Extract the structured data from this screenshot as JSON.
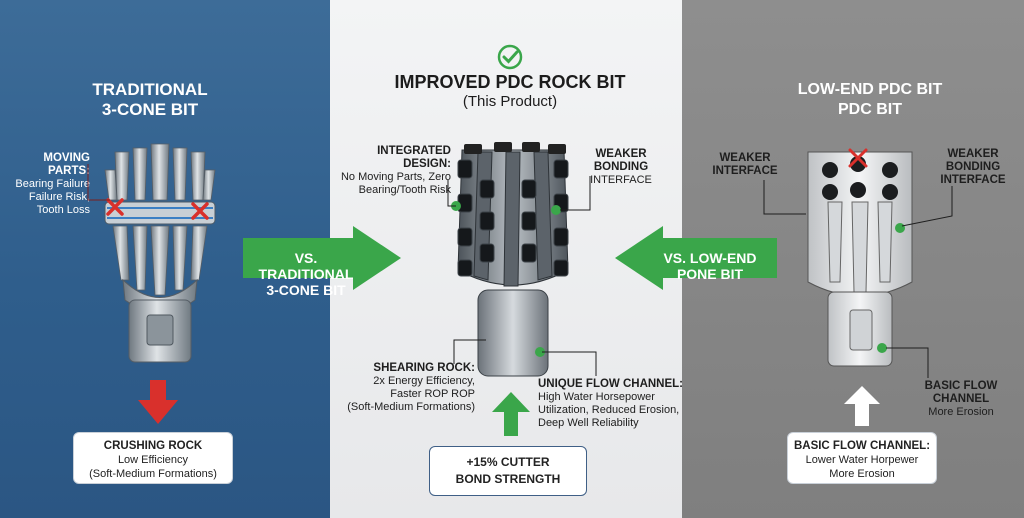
{
  "left": {
    "title_line1": "TRADITIONAL",
    "title_line2": "3-CONE BIT",
    "moving_parts_heading": "MOVING PARTS:",
    "moving_parts_lines": [
      "Bearing Failure",
      "Failure Risk,",
      "Tooth Loss"
    ],
    "card_title": "CRUSHING ROCK",
    "card_lines": [
      "Low Efficiency",
      "(Soft-Medium Formations)"
    ]
  },
  "middle": {
    "title": "IMPROVED PDC ROCK BIT",
    "subtitle": "(This Product)",
    "integrated_heading": "INTEGRATED DESIGN:",
    "integrated_lines": [
      "No Moving Parts, Zero",
      "Bearing/Tooth Risk"
    ],
    "weaker_bonding_heading": "WEAKER BONDING",
    "weaker_bonding_line": "INTERFACE",
    "shearing_heading": "SHEARING ROCK:",
    "shearing_lines": [
      "2x Energy Efficiency,",
      "Faster ROP ROP",
      "(Soft-Medium Formations)"
    ],
    "flow_heading": "UNIQUE FLOW CHANNEL:",
    "flow_lines": [
      "High Water Horsepower",
      "Utilization, Reduced Erosion,",
      "Deep Well Reliability"
    ],
    "card_lines": [
      "+15% CUTTER",
      "BOND STRENGTH"
    ],
    "arrow_left_lines": [
      "VS. TRADITIONAL",
      "3-CONE BIT"
    ],
    "arrow_right_lines": [
      "VS. LOW-END",
      "PONE BIT"
    ]
  },
  "right": {
    "title_line1": "LOW-END PDC BIT",
    "title_line2": "PDC BIT",
    "weaker_interface_lines": [
      "WEAKER",
      "INTERFACE"
    ],
    "weaker_bonding_lines": [
      "WEAKER",
      "BONDING",
      "INTERFACE"
    ],
    "basic_flow_heading": "BASIC FLOW CHANNEL",
    "basic_flow_line": "More Erosion",
    "card_title": "BASIC FLOW CHANNEL:",
    "card_lines": [
      "Lower Water Horpewer",
      "More Erosion"
    ]
  },
  "colors": {
    "left_bg": "#2f5e8c",
    "middle_bg": "#ecedee",
    "right_bg": "#858585",
    "green": "#3aa64a",
    "red": "#d9302c"
  }
}
